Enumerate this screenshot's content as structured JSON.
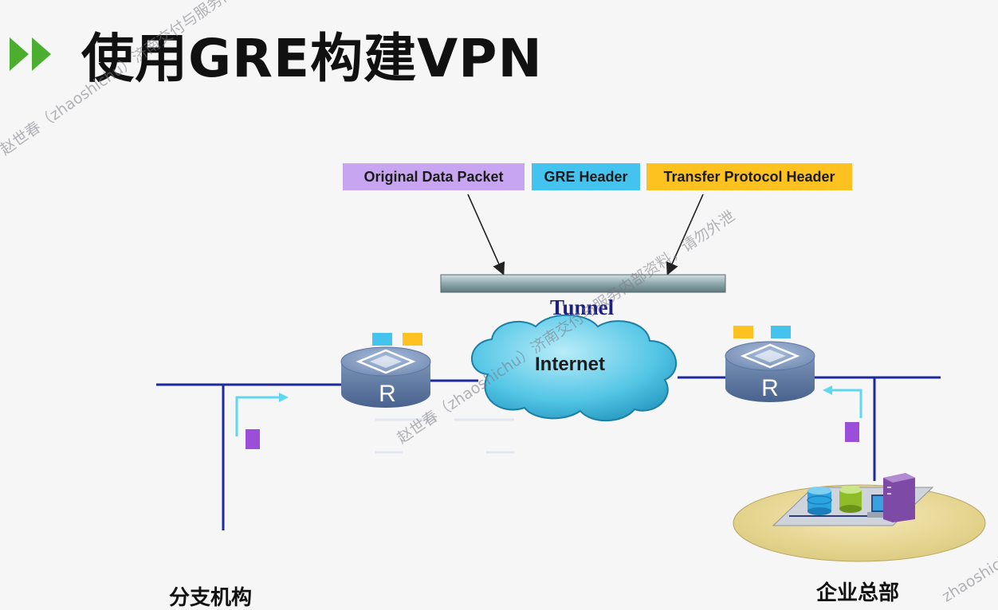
{
  "slide": {
    "title": "使用GRE构建VPN",
    "packet_headers": {
      "original": "Original Data Packet",
      "gre": "GRE Header",
      "transfer": "Transfer Protocol Header"
    },
    "tunnel_label": "Tunnel",
    "cloud_label": "Internet",
    "router_label": "R",
    "branch_label": "分支机构",
    "hq_label": "企业总部",
    "watermarks": [
      "赵世春（zhaoshichu）济南交付与服务内部资料，请勿外泄",
      "赵世春（zhaoshichu）济南交付与服务内部资料，请勿外泄",
      "zhaoshichu"
    ]
  },
  "colors": {
    "purple": "#c7a5f0",
    "blue": "#44c3ef",
    "yellow": "#fdc21f",
    "network_line": "#1d2a9c",
    "flow_arrow": "#5fd8ef",
    "title_arrows": "#4cae2e"
  },
  "icons": [
    "double-chevron-icon",
    "router-icon",
    "internet-cloud-icon",
    "server-cluster-icon"
  ]
}
